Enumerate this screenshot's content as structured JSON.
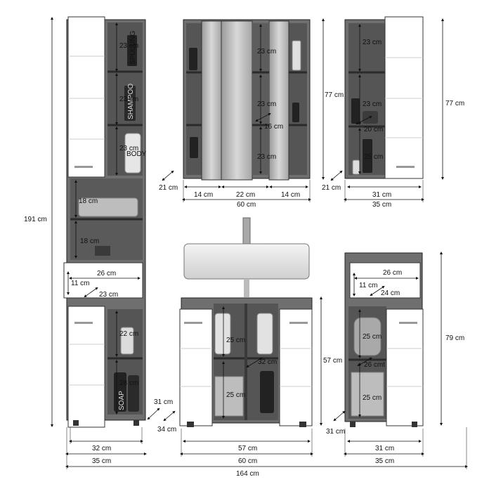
{
  "diagram": {
    "labels": {
      "total_width": "164 cm",
      "tall_height": "191 cm",
      "tall_shelf_1": "23 cm",
      "tall_shelf_2": "23 cm",
      "tall_shelf_3": "23 cm",
      "tall_open_1": "18 cm",
      "tall_open_2": "18 cm",
      "tall_drawer_w": "26 cm",
      "tall_drawer_h": "11 cm",
      "tall_drawer_d": "23 cm",
      "tall_low_1": "22 cm",
      "tall_low_2": "28 cm",
      "tall_depth": "31 cm",
      "tall_inner_w": "32 cm",
      "tall_outer_w": "35 cm",
      "mirror_height": "77 cm",
      "mirror_depth": "21 cm",
      "mirror_left_w": "14 cm",
      "mirror_mid_w": "22 cm",
      "mirror_right_w": "14 cm",
      "mirror_total_w": "60 cm",
      "mirror_shelf_1": "23 cm",
      "mirror_shelf_2": "23 cm",
      "mirror_shelf_3": "23 cm",
      "mirror_shelf_depth": "16 cm",
      "wall_height": "77 cm",
      "wall_depth": "21 cm",
      "wall_shelf_1": "23 cm",
      "wall_shelf_2": "23 cm",
      "wall_shelf_3": "25 cm",
      "wall_shelf_depth": "20 cm",
      "wall_inner_w": "31 cm",
      "wall_outer_w": "35 cm",
      "vanity_height": "57 cm",
      "vanity_depth": "34 cm",
      "vanity_upper": "25 cm",
      "vanity_lower": "25 cm",
      "vanity_shelf_depth": "32 cm",
      "vanity_inner_w": "57 cm",
      "vanity_outer_w": "60 cm",
      "low_height": "79 cm",
      "low_depth": "31 cm",
      "low_drawer_w": "26 cm",
      "low_drawer_h": "11 cm",
      "low_drawer_d": "24 cm",
      "low_upper": "25 cm",
      "low_lower": "25 cm",
      "low_shelf_depth": "26 cmt",
      "low_inner_w": "31 cm",
      "low_outer_w": "35 cm"
    },
    "product_text": {
      "bottle_1": "SPÜLUNG",
      "bottle_2": "SHAMPOO",
      "bottle_3": "BODY",
      "bottle_4": "SOAP"
    },
    "colors": {
      "white_panel": "#ffffff",
      "wood": "#6f6f6f",
      "dark_wood": "#4d4d4d",
      "mirror": "#c8c8c8",
      "line": "#111111"
    }
  }
}
